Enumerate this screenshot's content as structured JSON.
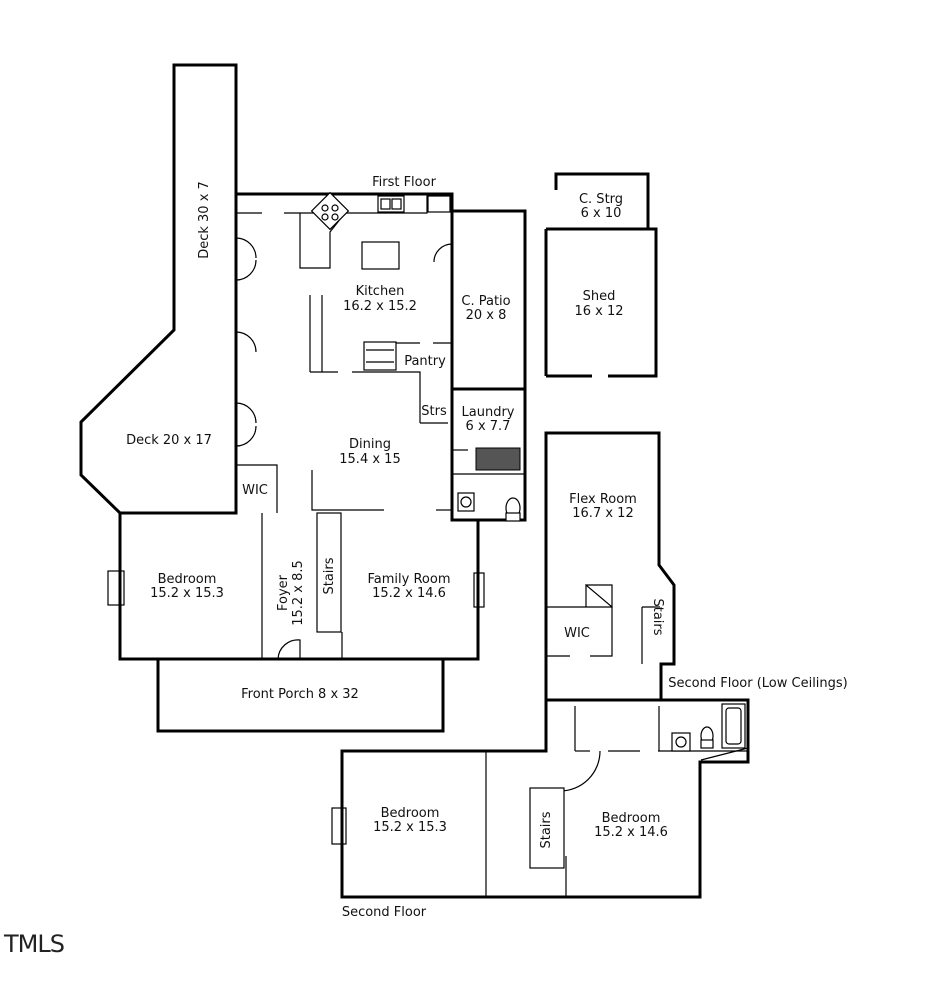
{
  "labels": {
    "first_floor": "First Floor",
    "second_floor": "Second Floor",
    "second_floor_low": "Second Floor (Low Ceilings)"
  },
  "rooms": {
    "deck_30": "Deck 30 x 7",
    "kitchen_name": "Kitchen",
    "kitchen_size": "16.2 x 15.2",
    "patio_name": "C. Patio",
    "patio_size": "20 x 8",
    "cstrg_name": "C. Strg",
    "cstrg_size": "6 x 10",
    "shed_name": "Shed",
    "shed_size": "16 x 12",
    "pantry": "Pantry",
    "strs": "Strs",
    "laundry_name": "Laundry",
    "laundry_size": "6 x 7.7",
    "deck_20": "Deck 20 x 17",
    "dining_name": "Dining",
    "dining_size": "15.4 x 15",
    "wic": "WIC",
    "bedroom1_name": "Bedroom",
    "bedroom1_size": "15.2 x 15.3",
    "foyer_name": "Foyer",
    "foyer_size": "15.2 x 8.5",
    "stairs": "Stairs",
    "family_name": "Family Room",
    "family_size": "15.2 x 14.6",
    "porch": "Front Porch 8 x 32",
    "flex_name": "Flex Room",
    "flex_size": "16.7 x 12",
    "wic2": "WIC",
    "stairs_flex": "Stairs",
    "bedroom2_name": "Bedroom",
    "bedroom2_size": "15.2 x 15.3",
    "stairs2": "Stairs",
    "bedroom3_name": "Bedroom",
    "bedroom3_size": "15.2 x 14.6"
  },
  "logo": "TMLS"
}
